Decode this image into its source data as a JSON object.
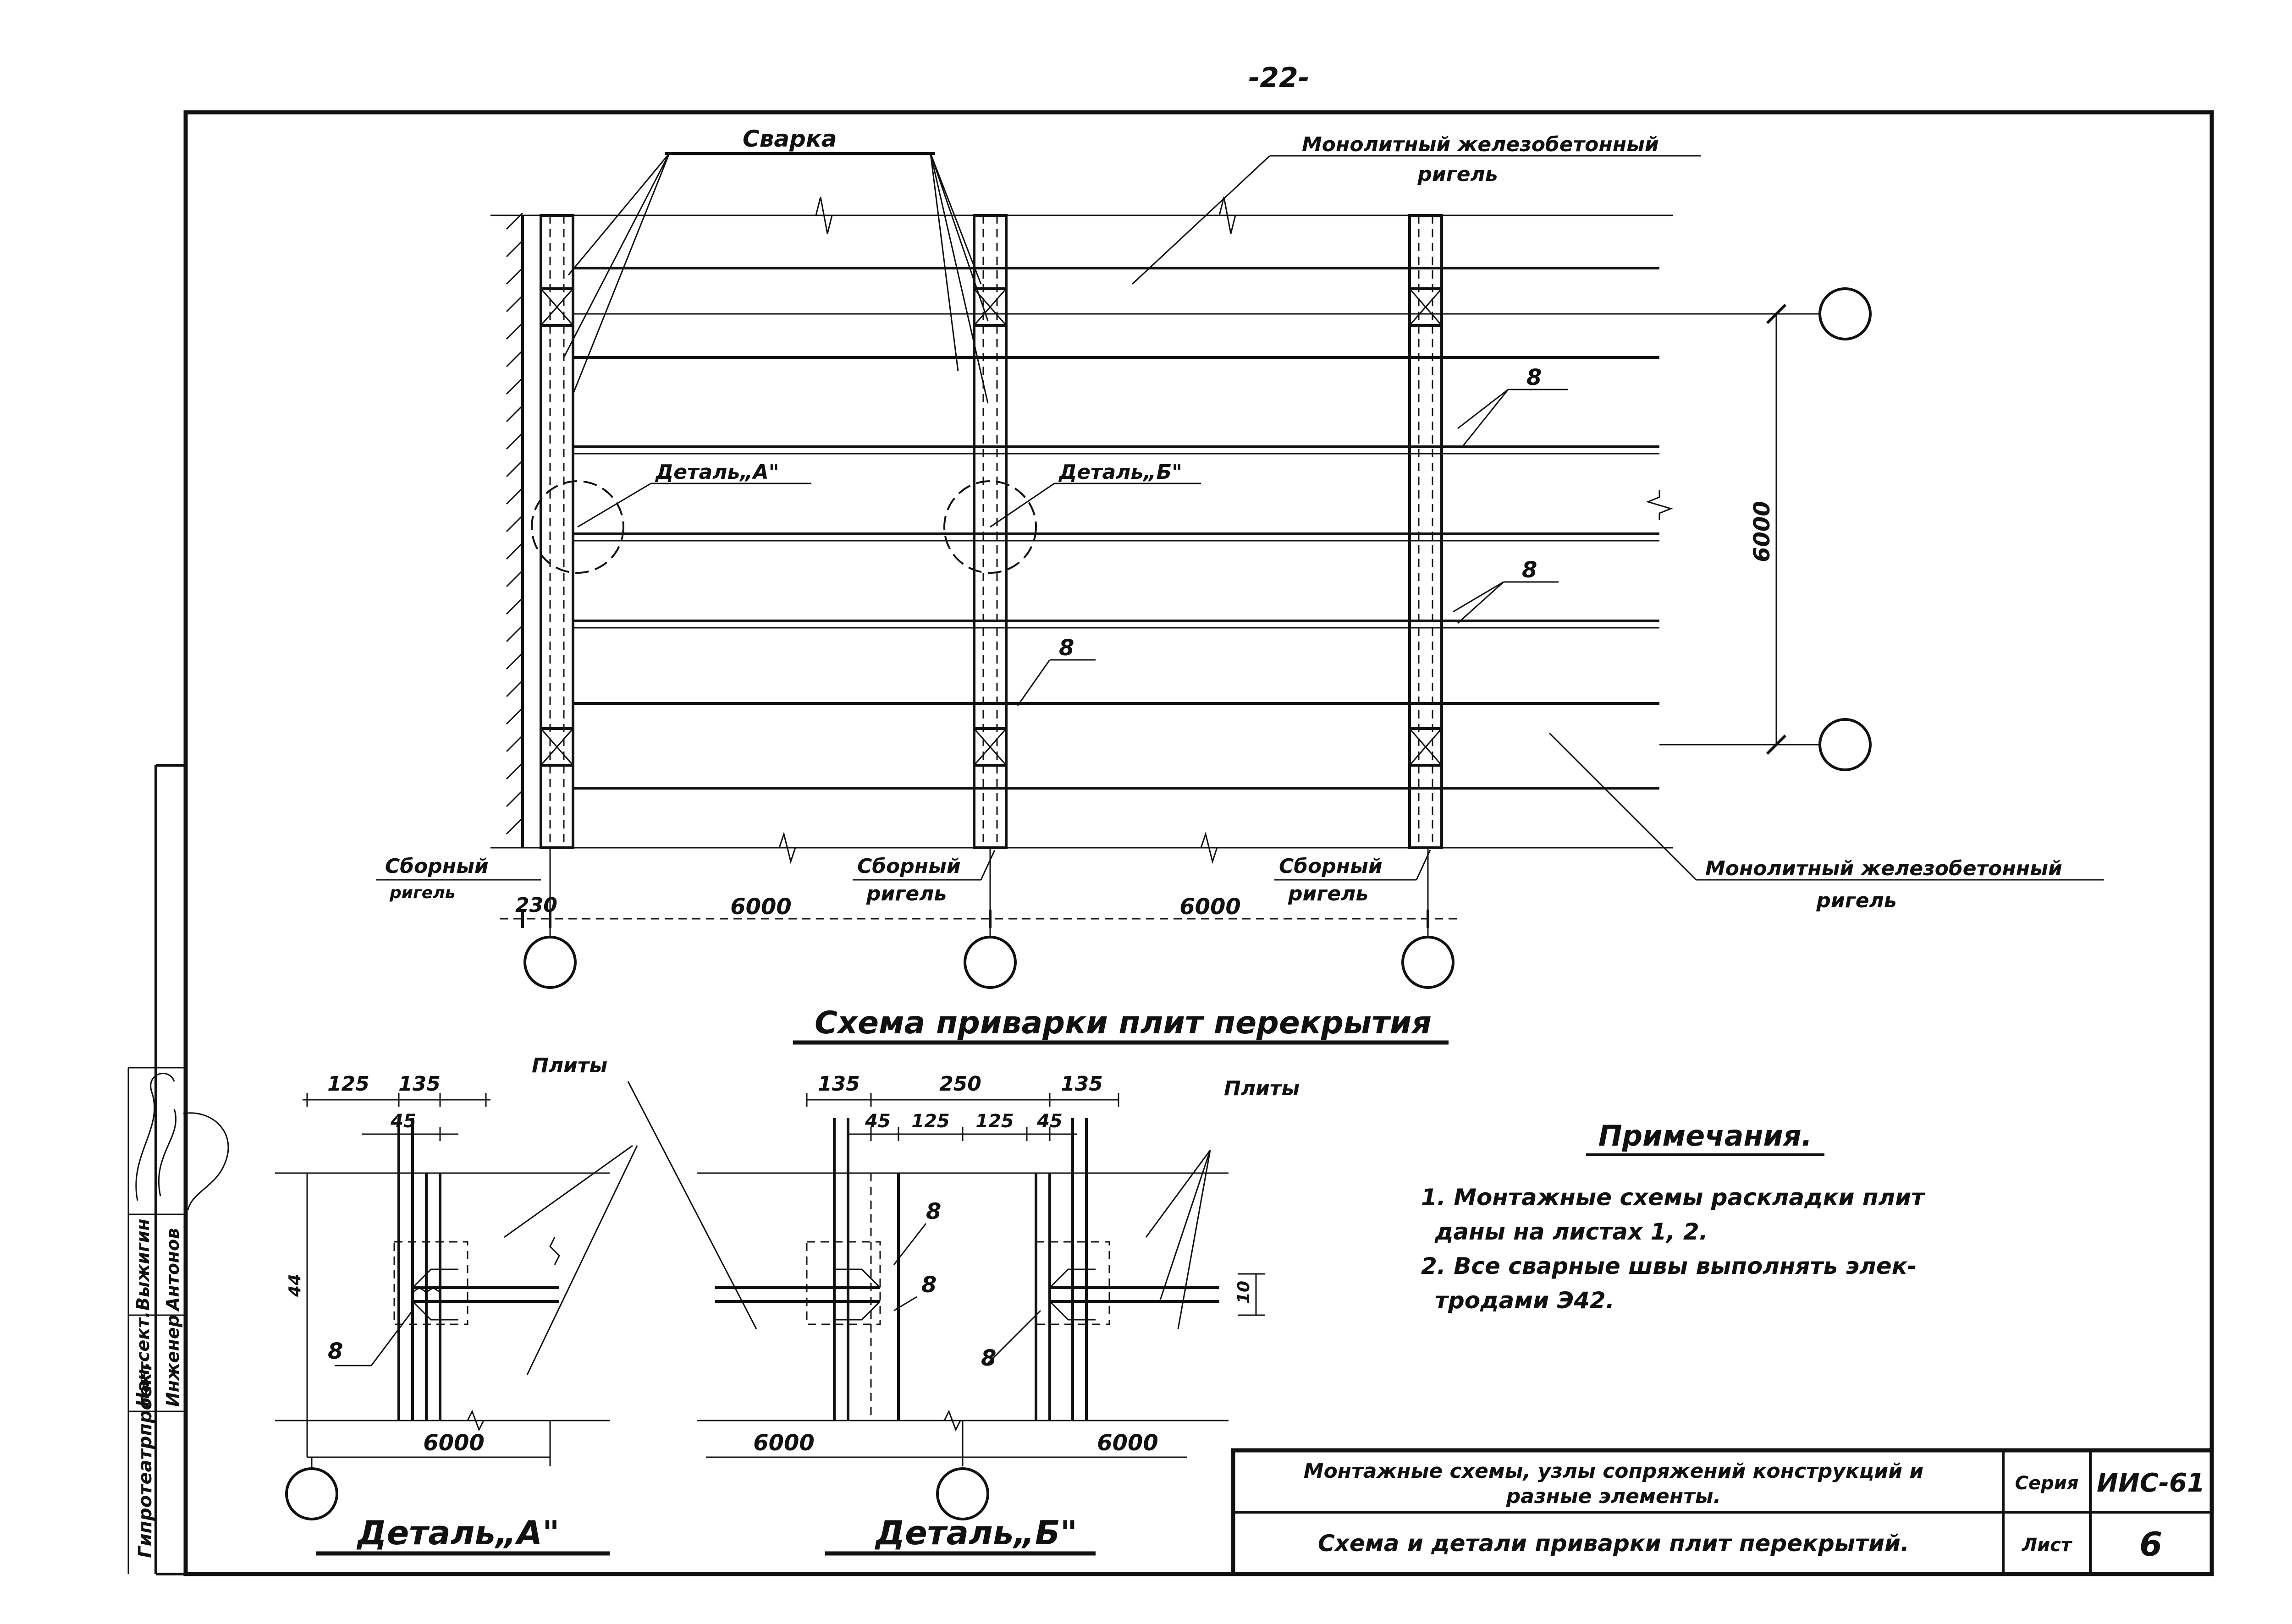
{
  "page_number": "-22-",
  "main": {
    "labels": {
      "svarka": "Сварка",
      "monolith_top_1": "Монолитный железобетонный",
      "monolith_top_2": "ригель",
      "monolith_bottom_1": "Монолитный железобетонный",
      "monolith_bottom_2": "ригель",
      "detail_a": "Деталь„А\"",
      "detail_b": "Деталь„Б\"",
      "sborny_left_1": "Сборный",
      "sborny_left_2": "ригель",
      "sborny_mid_1": "Сборный",
      "sborny_mid_2": "ригель",
      "sborny_right_1": "Сборный",
      "sborny_right_2": "ригель",
      "weld_8_a": "8",
      "weld_8_b": "8",
      "weld_8_c": "8"
    },
    "dims": {
      "d230": "230",
      "d6000_a": "6000",
      "d6000_b": "6000",
      "d6000_v": "6000"
    },
    "title": "Схема приварки плит перекрытия"
  },
  "detail_a": {
    "plity": "Плиты",
    "d125": "125",
    "d135": "135",
    "d45": "45",
    "weld": "8",
    "d6000": "6000",
    "title": "Деталь„А\""
  },
  "detail_b": {
    "plity": "Плиты",
    "d135a": "135",
    "d250": "250",
    "d135b": "135",
    "d45a": "45",
    "d125a": "125",
    "d125b": "125",
    "d45b": "45",
    "weld1": "8",
    "weld2": "8",
    "weld3": "8",
    "d10": "10",
    "d6000a": "6000",
    "d6000b": "6000",
    "title": "Деталь„Б\""
  },
  "notes": {
    "heading": "Примечания.",
    "n1_line1": "1.  Монтажные схемы раскладки плит",
    "n1_line2": "даны на листах  1, 2.",
    "n2_line1": "2.  Все сварные швы выполнять элек-",
    "n2_line2": "тродами Э42."
  },
  "title_block": {
    "description_1": "Монтажные схемы, узлы сопряжений  конструкций и",
    "description_2": "разные  элементы.",
    "sheet_title": "Схема и детали приварки плит перекрытий.",
    "series_label": "Серия",
    "series_value": "ИИС-61",
    "sheet_label": "Лист",
    "sheet_value": "6"
  },
  "side_stamp": {
    "org": "Гипротеатрпроект",
    "role1": "Нач.сект.",
    "role2": "Инженер",
    "name1": "Выжигин",
    "name2": "Антонов"
  }
}
